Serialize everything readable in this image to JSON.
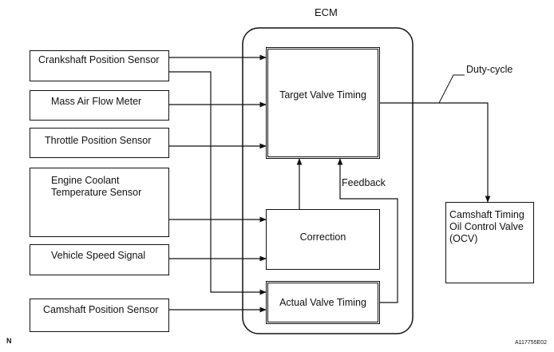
{
  "ecm": {
    "title": "ECM"
  },
  "inputs": [
    {
      "id": "crankshaft",
      "label": "Crankshaft Position Sensor"
    },
    {
      "id": "maf",
      "label": "Mass Air Flow Meter"
    },
    {
      "id": "throttle",
      "label": "Throttle Position Sensor"
    },
    {
      "id": "coolant",
      "label_lines": [
        "Engine Coolant",
        "Temperature Sensor"
      ]
    },
    {
      "id": "speed",
      "label": "Vehicle Speed Signal"
    },
    {
      "id": "camshaft",
      "label": "Camshaft Position Sensor"
    }
  ],
  "blocks": {
    "target": "Target Valve Timing",
    "correction": "Correction",
    "actual": "Actual Valve Timing"
  },
  "feedback_label": "Feedback",
  "duty_label": "Duty-cycle",
  "output": {
    "lines": [
      "Camshaft Timing",
      "Oil Control Valve",
      "(OCV)"
    ]
  },
  "footer": {
    "left": "N",
    "right": "A117755E02"
  }
}
